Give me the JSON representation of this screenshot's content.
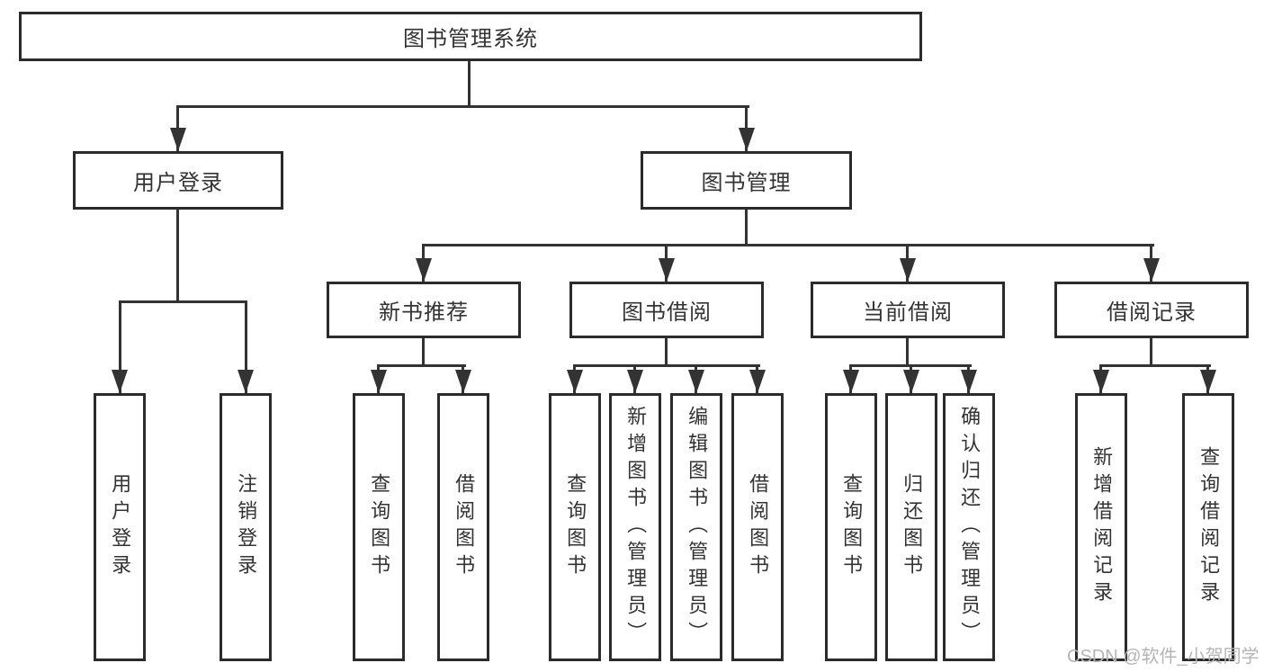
{
  "diagram": {
    "root": "图书管理系统",
    "branches": [
      {
        "label": "用户登录",
        "leaves": [
          "用户登录",
          "注销登录"
        ]
      },
      {
        "label": "图书管理",
        "groups": [
          {
            "label": "新书推荐",
            "leaves": [
              "查询图书",
              "借阅图书"
            ]
          },
          {
            "label": "图书借阅",
            "leaves": [
              "查询图书",
              "新增图书（管理员）",
              "编辑图书（管理员）",
              "借阅图书"
            ]
          },
          {
            "label": "当前借阅",
            "leaves": [
              "查询图书",
              "归还图书",
              "确认归还（管理员）"
            ]
          },
          {
            "label": "借阅记录",
            "leaves": [
              "新增借阅记录",
              "查询借阅记录"
            ]
          }
        ]
      }
    ]
  },
  "watermark": "CSDN @软件_小贺同学",
  "colors": {
    "background": "#ffffff",
    "line": "#333333",
    "box_border": "#2b2b2b",
    "text": "#333333",
    "watermark": "#b5b5b5"
  }
}
